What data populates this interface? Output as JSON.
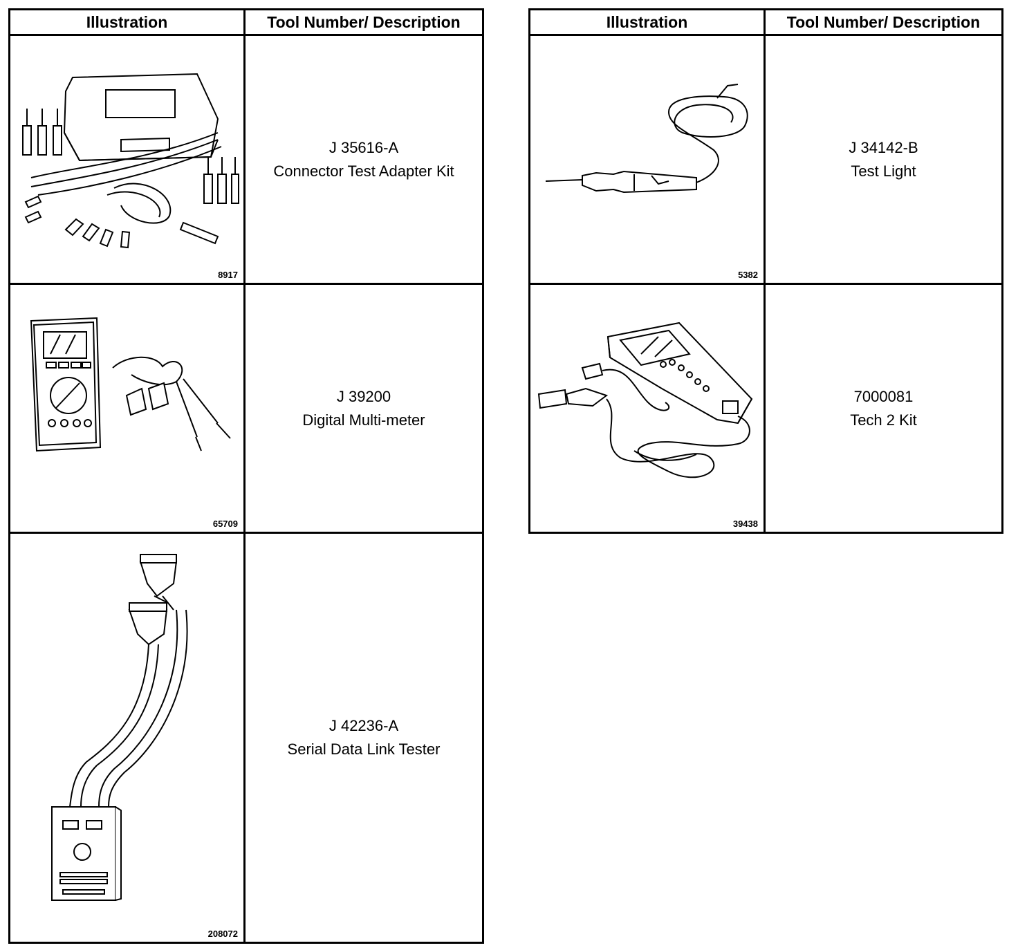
{
  "left": {
    "header": {
      "illustration": "Illustration",
      "description": "Tool Number/ Description"
    },
    "rows": [
      {
        "figure": "8917",
        "tool_number": "J 35616-A",
        "description": "Connector Test Adapter Kit"
      },
      {
        "figure": "65709",
        "tool_number": "J 39200",
        "description": "Digital Multi-meter"
      },
      {
        "figure": "208072",
        "tool_number": "J 42236-A",
        "description": "Serial Data Link Tester"
      }
    ]
  },
  "right": {
    "header": {
      "illustration": "Illustration",
      "description": "Tool Number/ Description"
    },
    "rows": [
      {
        "figure": "5382",
        "tool_number": "J 34142-B",
        "description": "Test Light"
      },
      {
        "figure": "39438",
        "tool_number": "7000081",
        "description": "Tech 2 Kit"
      }
    ]
  }
}
